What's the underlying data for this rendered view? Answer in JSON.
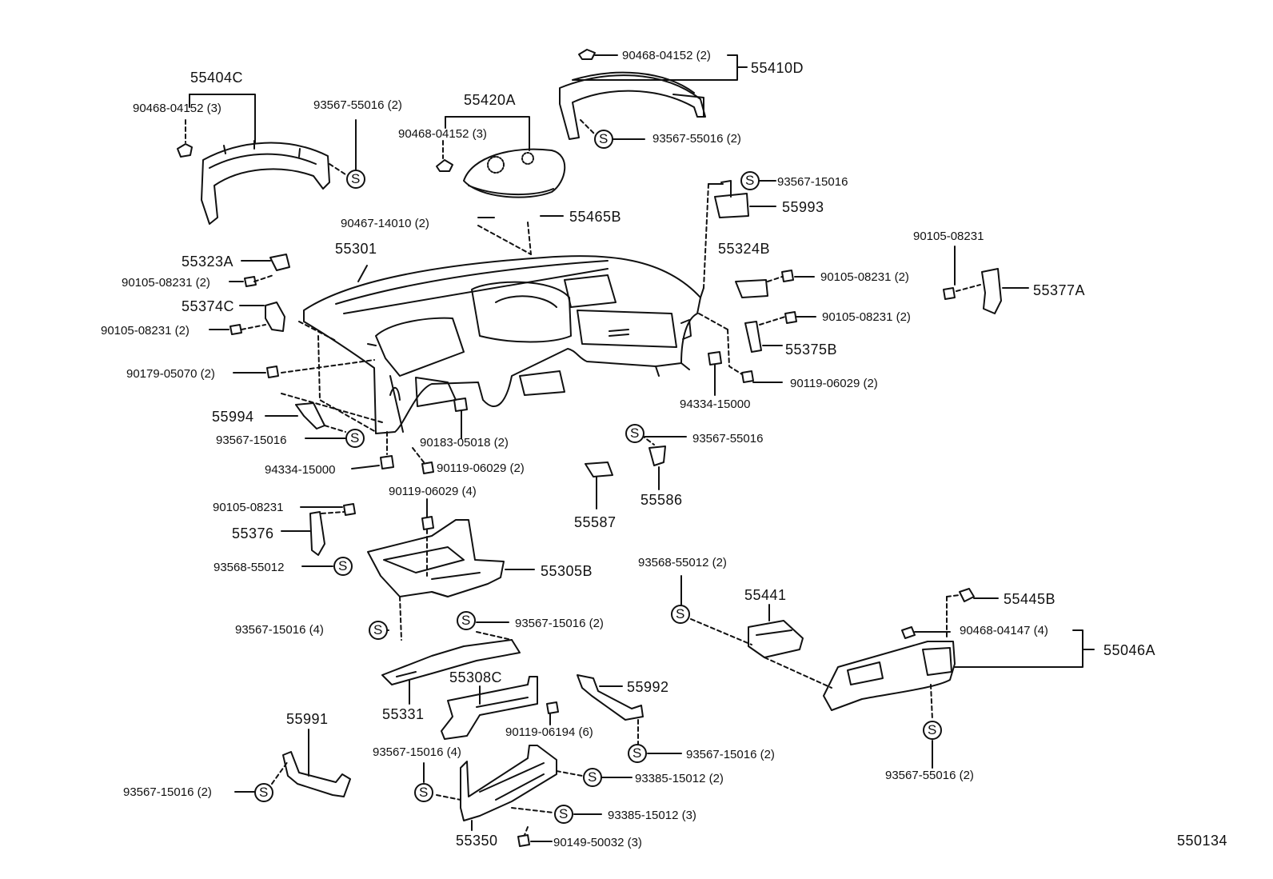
{
  "diagram_id": "550134",
  "labels": [
    {
      "id": "l_55404C",
      "text": "55404C"
    },
    {
      "id": "l_90468a",
      "text": "90468-04152 (3)"
    },
    {
      "id": "l_93567a",
      "text": "93567-55016 (2)"
    },
    {
      "id": "l_55420A",
      "text": "55420A"
    },
    {
      "id": "l_90468b",
      "text": "90468-04152 (3)"
    },
    {
      "id": "l_90468c",
      "text": "90468-04152 (2)"
    },
    {
      "id": "l_55410D",
      "text": "55410D"
    },
    {
      "id": "l_93567b",
      "text": "93567-55016 (2)"
    },
    {
      "id": "l_93567c",
      "text": "93567-15016"
    },
    {
      "id": "l_55993",
      "text": "55993"
    },
    {
      "id": "l_90467",
      "text": "90467-14010 (2)"
    },
    {
      "id": "l_55465B",
      "text": "55465B"
    },
    {
      "id": "l_55301",
      "text": "55301"
    },
    {
      "id": "l_55323A",
      "text": "55323A"
    },
    {
      "id": "l_90105a",
      "text": "90105-08231 (2)"
    },
    {
      "id": "l_55374C",
      "text": "55374C"
    },
    {
      "id": "l_90105b",
      "text": "90105-08231 (2)"
    },
    {
      "id": "l_90179",
      "text": "90179-05070 (2)"
    },
    {
      "id": "l_55324B",
      "text": "55324B"
    },
    {
      "id": "l_90105c",
      "text": "90105-08231 (2)"
    },
    {
      "id": "l_90105d",
      "text": "90105-08231"
    },
    {
      "id": "l_55377A",
      "text": "55377A"
    },
    {
      "id": "l_90105e",
      "text": "90105-08231 (2)"
    },
    {
      "id": "l_55375B",
      "text": "55375B"
    },
    {
      "id": "l_90119a",
      "text": "90119-06029 (2)"
    },
    {
      "id": "l_94334a",
      "text": "94334-15000"
    },
    {
      "id": "l_55994",
      "text": "55994"
    },
    {
      "id": "l_93567d",
      "text": "93567-15016"
    },
    {
      "id": "l_90183",
      "text": "90183-05018 (2)"
    },
    {
      "id": "l_93567e",
      "text": "93567-55016"
    },
    {
      "id": "l_94334b",
      "text": "94334-15000"
    },
    {
      "id": "l_90119b",
      "text": "90119-06029 (2)"
    },
    {
      "id": "l_90119c",
      "text": "90119-06029 (4)"
    },
    {
      "id": "l_55587",
      "text": "55587"
    },
    {
      "id": "l_55586",
      "text": "55586"
    },
    {
      "id": "l_90105f",
      "text": "90105-08231"
    },
    {
      "id": "l_55376",
      "text": "55376"
    },
    {
      "id": "l_93568a",
      "text": "93568-55012"
    },
    {
      "id": "l_55305B",
      "text": "55305B"
    },
    {
      "id": "l_93568b",
      "text": "93568-55012 (2)"
    },
    {
      "id": "l_55441",
      "text": "55441"
    },
    {
      "id": "l_55445B",
      "text": "55445B"
    },
    {
      "id": "l_90468d",
      "text": "90468-04147 (4)"
    },
    {
      "id": "l_55046A",
      "text": "55046A"
    },
    {
      "id": "l_93567f",
      "text": "93567-15016 (4)"
    },
    {
      "id": "l_93567g",
      "text": "93567-15016 (2)"
    },
    {
      "id": "l_55308C",
      "text": "55308C"
    },
    {
      "id": "l_55992",
      "text": "55992"
    },
    {
      "id": "l_55331",
      "text": "55331"
    },
    {
      "id": "l_90119d",
      "text": "90119-06194 (6)"
    },
    {
      "id": "l_55991",
      "text": "55991"
    },
    {
      "id": "l_93567h",
      "text": "93567-15016 (4)"
    },
    {
      "id": "l_93567i",
      "text": "93567-15016 (2)"
    },
    {
      "id": "l_93385a",
      "text": "93385-15012 (2)"
    },
    {
      "id": "l_93567j",
      "text": "93567-15016 (2)"
    },
    {
      "id": "l_93385b",
      "text": "93385-15012 (3)"
    },
    {
      "id": "l_55350",
      "text": "55350"
    },
    {
      "id": "l_90149",
      "text": "90149-50032 (3)"
    },
    {
      "id": "l_93567k",
      "text": "93567-55016 (2)"
    }
  ],
  "s_marker": "S"
}
